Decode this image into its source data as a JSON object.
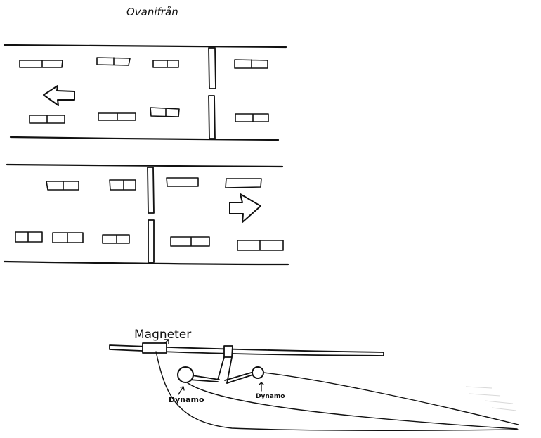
{
  "labels": {
    "title": "Ovanifrån",
    "magnet": "Magneter",
    "dynamo_left": "Dynamo",
    "dynamo_right": "Dynamo"
  },
  "colors": {
    "ink": "#111111",
    "paper": "#ffffff",
    "faint": "#d8d8d8"
  },
  "arrows": {
    "upper_track": "arrow-left",
    "lower_track": "arrow-right"
  }
}
